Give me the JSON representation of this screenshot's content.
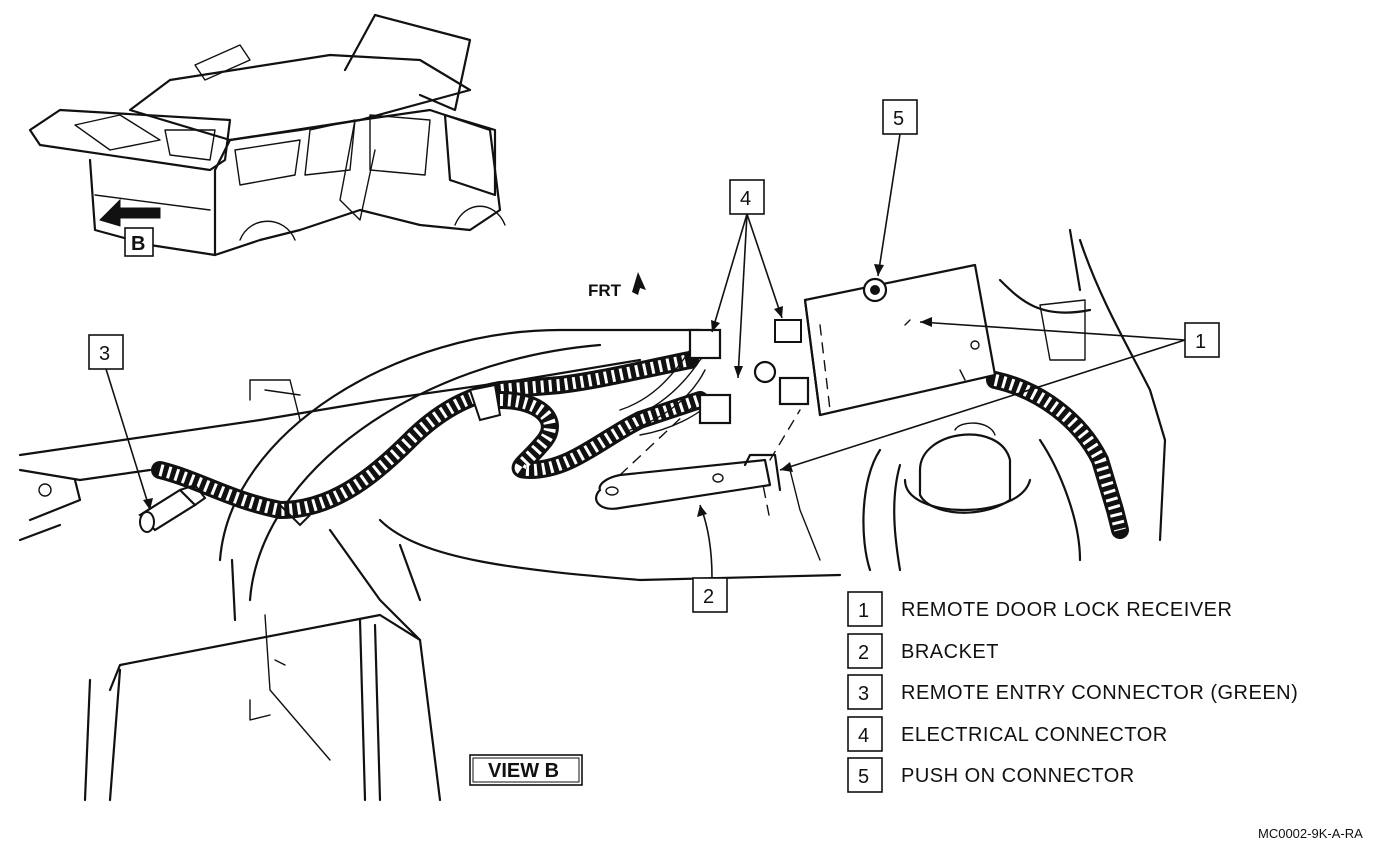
{
  "view_label": "VIEW B",
  "direction_label": "FRT",
  "inset_view_letter": "B",
  "figure_code": "MC0002-9K-A-RA",
  "callouts": [
    "1",
    "2",
    "3",
    "4",
    "5"
  ],
  "legend": [
    {
      "num": "1",
      "text": "REMOTE DOOR LOCK RECEIVER"
    },
    {
      "num": "2",
      "text": "BRACKET"
    },
    {
      "num": "3",
      "text": "REMOTE ENTRY CONNECTOR (GREEN)"
    },
    {
      "num": "4",
      "text": "ELECTRICAL CONNECTOR"
    },
    {
      "num": "5",
      "text": "PUSH ON CONNECTOR"
    }
  ]
}
